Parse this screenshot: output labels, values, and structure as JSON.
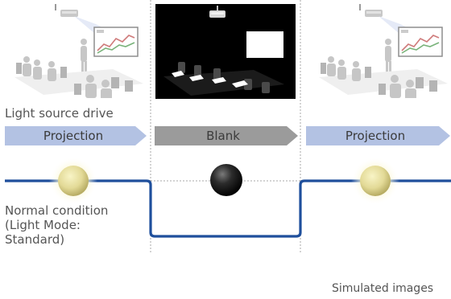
{
  "labels": {
    "light_source_drive": "Light source drive",
    "normal_condition": "Normal condition\n(Light Mode:\nStandard)",
    "footnote": "Simulated images"
  },
  "arrows": [
    {
      "label": "Projection",
      "color": "#b3c2e3"
    },
    {
      "label": "Blank",
      "color": "#9b9b9b"
    },
    {
      "label": "Projection",
      "color": "#b3c2e3"
    }
  ],
  "colors": {
    "signal_line": "#1f4f9c",
    "lamp_on": "#e7df9e",
    "lamp_glow": "#faf5c8",
    "lamp_off": "#2a2a2a",
    "blank_panel": "#000000"
  },
  "icons": [
    "projector-icon",
    "screen-icon",
    "audience-icon",
    "presenter-icon",
    "lamp-on-icon",
    "lamp-off-icon"
  ]
}
